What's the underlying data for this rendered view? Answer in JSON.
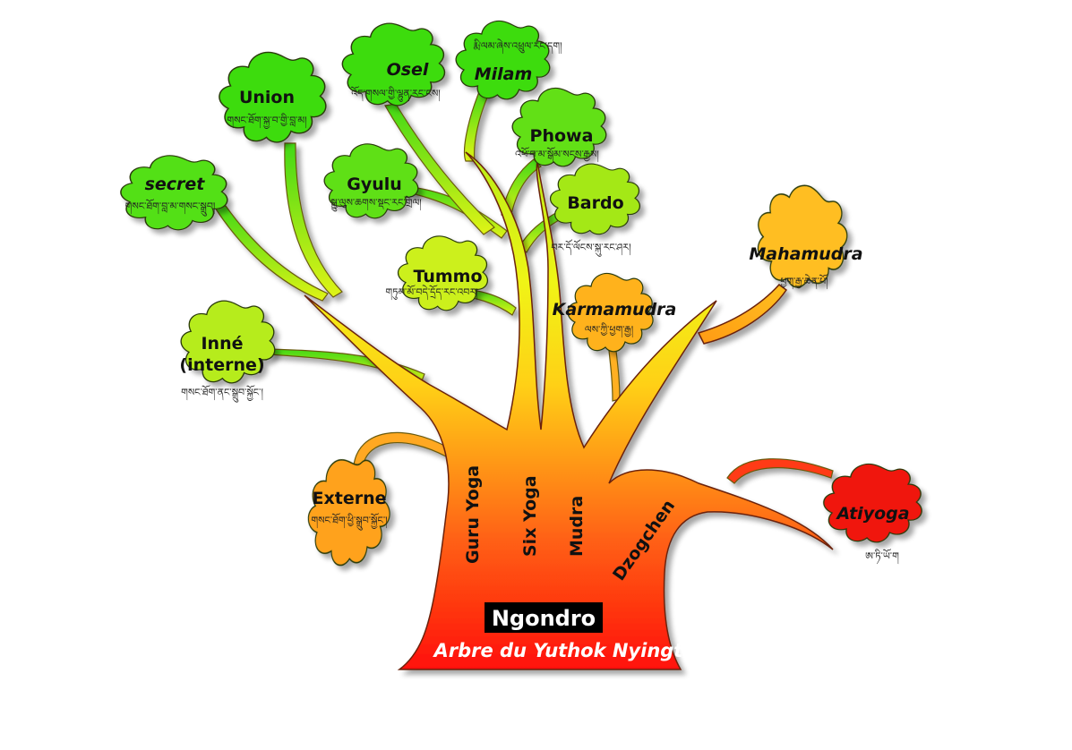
{
  "title": "Ngondro",
  "subtitle": "Arbre du Yuthok Nyingthig",
  "trunks": {
    "guru_yoga": "Guru Yoga",
    "six_yoga": "Six Yoga",
    "mudra": "Mudra",
    "dzogchen": "Dzogchen"
  },
  "leaves": {
    "union": {
      "label": "Union",
      "tibetan": "གསང་ཐོག་སྐྱ་བ་གྱི་བླ་མ།"
    },
    "secret": {
      "label": "secret",
      "tibetan": "གསང་ཐོག་བླ་མ་གསང་སྒྲུབ།"
    },
    "inne": {
      "label": "Inné",
      "label2": "(interne)",
      "tibetan": "གསང་ཐོག་ནང་སྒྲུབ་སྐྱོང་།"
    },
    "externe": {
      "label": "Externe",
      "tibetan": "གསང་ཐོག་ཕྱི་སྒྲུབ་སྐྱོང་།"
    },
    "osel": {
      "label": "Osel",
      "tibetan": "འོད་གསལ་གྱི་ལྷུན་རང་ངས།"
    },
    "milam": {
      "label": "Milam",
      "tibetan": "རྨི་ལམ་ཞེས་འཕྲུལ་རང་དག།"
    },
    "phowa": {
      "label": "Phowa",
      "tibetan": "འཕོ་བ་མ་སྒོམ་སངས་རྒྱས།"
    },
    "gyulu": {
      "label": "Gyulu",
      "tibetan": "སྒྱུ་ལུས་ཆགས་སྡང་རང་གྲོལ།"
    },
    "bardo": {
      "label": "Bardo",
      "tibetan": "བར་དོ་ལོངས་སྐུ་རང་ཤར།"
    },
    "tummo": {
      "label": "Tummo",
      "tibetan": "གཏུམ་མོ་བདེ་དྲོད་རང་འབར།"
    },
    "karmamudra": {
      "label": "Karmamudra",
      "tibetan": "ལས་ཀྱི་ཕྱག་རྒྱ།"
    },
    "mahamudra": {
      "label": "Mahamudra",
      "tibetan": "ཕྱག་རྒྱ་ཆེན་པོ།"
    },
    "atiyoga": {
      "label": "Atiyoga",
      "tibetan": "ཨ་ཏི་ཡོ་ག"
    }
  },
  "colors": {
    "leaf_green": "#3ddc10",
    "leaf_yellow_green": "#b8ee1a",
    "leaf_orange": "#ffa21c",
    "leaf_red": "#f0180c",
    "trunk_top": "#ffff10",
    "trunk_bottom": "#ff1010"
  }
}
